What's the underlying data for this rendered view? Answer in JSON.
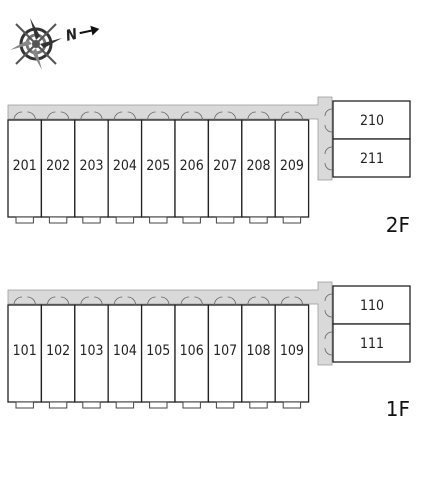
{
  "compass": {
    "north_label": "N",
    "icon": "compass-rose-icon"
  },
  "floors": [
    {
      "id": "2f",
      "label": "2F",
      "row_units": [
        "201",
        "202",
        "203",
        "204",
        "205",
        "206",
        "207",
        "208",
        "209"
      ],
      "side_units": [
        "210",
        "211"
      ]
    },
    {
      "id": "1f",
      "label": "1F",
      "row_units": [
        "101",
        "102",
        "103",
        "104",
        "105",
        "106",
        "107",
        "108",
        "109"
      ],
      "side_units": [
        "110",
        "111"
      ]
    }
  ]
}
